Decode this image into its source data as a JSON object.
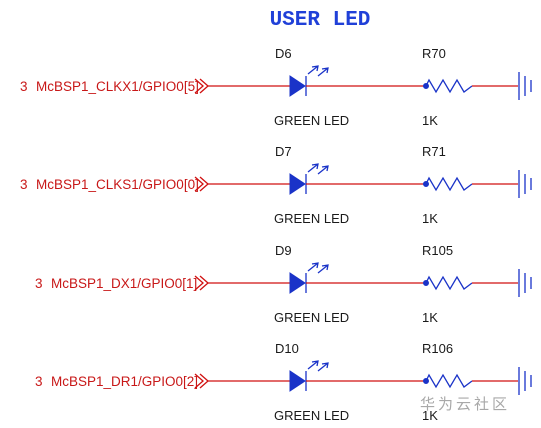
{
  "title": "USER LED",
  "channels": [
    {
      "net_prefix": "3",
      "net": "McBSP1_CLKX1/GPIO0[5]",
      "led_ref": "D6",
      "led_value": "GREEN LED",
      "res_ref": "R70",
      "res_value": "1K"
    },
    {
      "net_prefix": "3",
      "net": "McBSP1_CLKS1/GPIO0[0]",
      "led_ref": "D7",
      "led_value": "GREEN LED",
      "res_ref": "R71",
      "res_value": "1K"
    },
    {
      "net_prefix": "3",
      "net": "McBSP1_DX1/GPIO0[1]",
      "led_ref": "D9",
      "led_value": "GREEN LED",
      "res_ref": "R105",
      "res_value": "1K"
    },
    {
      "net_prefix": "3",
      "net": "McBSP1_DR1/GPIO0[2]",
      "led_ref": "D10",
      "led_value": "GREEN LED",
      "res_ref": "R106",
      "res_value": "1K"
    }
  ],
  "watermark": "华为云社区",
  "colors": {
    "wire": "#d01010",
    "device": "#1a33c8",
    "title": "#2040d8",
    "watermark": "#a8a8a8"
  }
}
